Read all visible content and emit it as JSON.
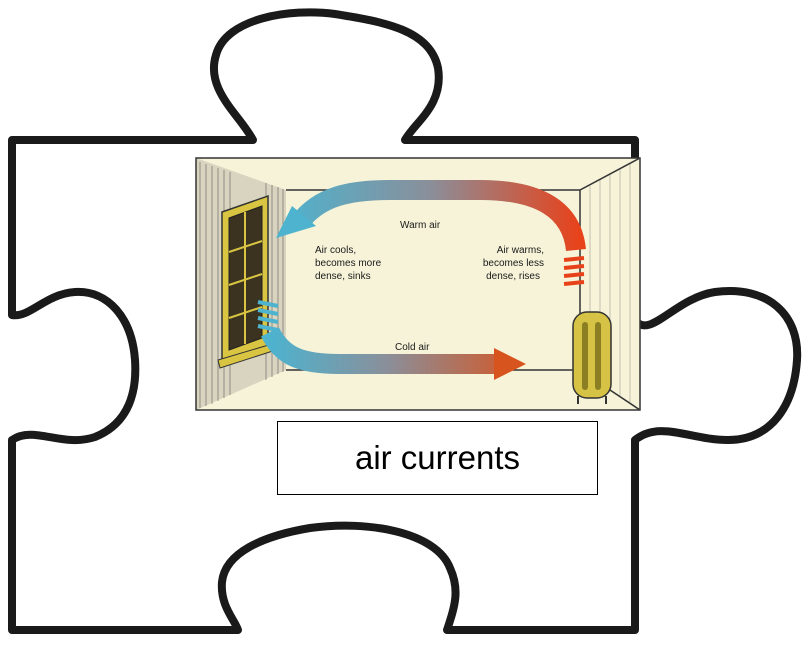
{
  "puzzle_piece": {
    "outline_color": "#1a1a1a",
    "fill_color": "#ffffff"
  },
  "diagram": {
    "labels": {
      "warm_air": "Warm air",
      "cold_air": "Cold air",
      "cools_line1": "Air cools,",
      "cools_line2": "becomes more",
      "cools_line3": "dense, sinks",
      "warms_line1": "Air warms,",
      "warms_line2": "becomes less",
      "warms_line3": "dense, rises"
    },
    "colors": {
      "cold": "#4db3cf",
      "warm": "#e8421a",
      "room_background": "#f6f3d8",
      "window_frame": "#d9c542",
      "radiator": "#d6c245"
    },
    "icons": [
      "window-icon",
      "radiator-icon"
    ]
  },
  "caption": {
    "text": "air currents"
  }
}
